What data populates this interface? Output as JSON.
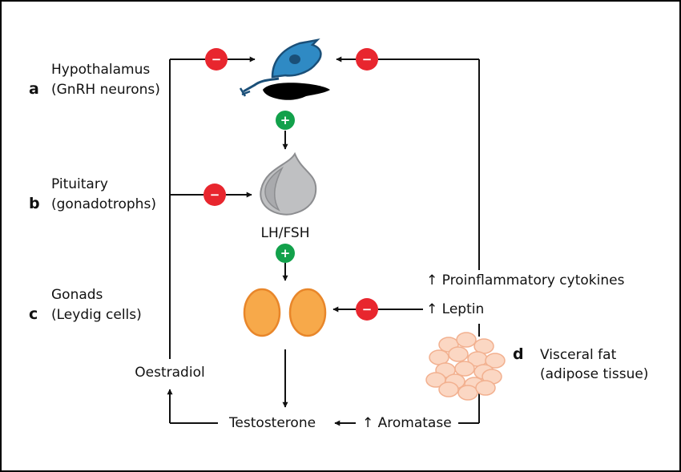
{
  "sections": {
    "a": {
      "letter": "a",
      "line1": "Hypothalamus",
      "line2": "(GnRH neurons)"
    },
    "b": {
      "letter": "b",
      "line1": "Pituitary",
      "line2": "(gonadotrophs)"
    },
    "c": {
      "letter": "c",
      "line1": "Gonads",
      "line2": "(Leydig cells)"
    },
    "d": {
      "letter": "d",
      "line1": "Visceral fat",
      "line2": "(adipose tissue)"
    }
  },
  "labels": {
    "lh_fsh": "LH/FSH",
    "proinflammatory": "↑ Proinflammatory cytokines",
    "leptin": "↑ Leptin",
    "aromatase": "↑ Aromatase",
    "testosterone": "Testosterone",
    "oestradiol": "Oestradiol"
  },
  "signs": {
    "negative": "−",
    "positive": "+"
  },
  "colors": {
    "negative": "#e8262e",
    "positive": "#12a14b",
    "neuron": "#2f8ac4",
    "neuron_dark": "#1a4f78",
    "pituitary": "#bfc0c2",
    "gonad": "#f7a94a",
    "gonad_edge": "#e8862a",
    "fat": "#fbd7c3",
    "fat_edge": "#f2b08f"
  },
  "icons": [
    "neuron-icon",
    "pituitary-icon",
    "leydig-cell-icon",
    "adipose-tissue-icon"
  ]
}
